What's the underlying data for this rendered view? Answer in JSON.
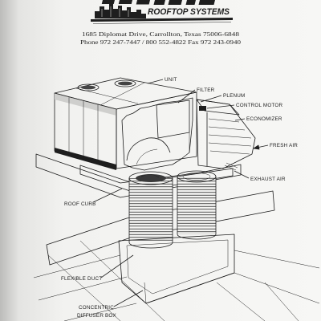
{
  "header": {
    "brand_subtitle": "ROOFTOP SYSTEMS",
    "address": "1685 Diplomat Drive, Carrollton, Texas 75006-6848",
    "contact": "Phone 972 247-7447 / 800 552-4822 Fax 972 243-0940"
  },
  "diagram": {
    "labels": {
      "unit": "UNIT",
      "filter": "FILTER",
      "plenum": "PLENUM",
      "control_motor": "CONTROL MOTOR",
      "economizer": "ECONOMIZER",
      "fresh_air": "FRESH AIR",
      "exhaust_air": "EXHAUST AIR",
      "roof_curb": "ROOF CURB",
      "flexible_duct": "FLEXIBLE DUCT",
      "diffuser_line1": "CONCENTRIC",
      "diffuser_line2": "DIFFUSER BOX"
    }
  },
  "colors": {
    "paper": "#f5f5f3",
    "ink": "#1e1e1e"
  }
}
